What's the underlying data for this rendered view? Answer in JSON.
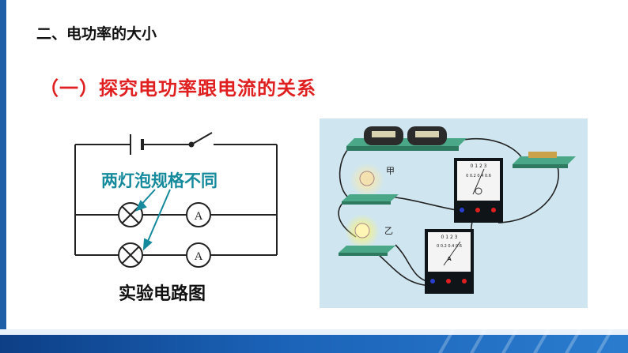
{
  "heading": "二、电功率的大小",
  "subheading": "（一）探究电功率跟电流的关系",
  "circuit": {
    "label": "两灯泡规格不同",
    "meter_symbol": "A",
    "caption": "实验电路图"
  },
  "photo": {
    "lamp_a": "甲",
    "lamp_b": "乙",
    "meter_letter": "A",
    "meter_ticks": [
      "0",
      "1",
      "2",
      "3"
    ],
    "meter_sub_ticks": [
      "0",
      "0.2",
      "0.4",
      "0.6"
    ]
  },
  "colors": {
    "accent_red": "#e02020",
    "label_teal": "#158a9c",
    "footer_blue": "#1b63b8"
  }
}
